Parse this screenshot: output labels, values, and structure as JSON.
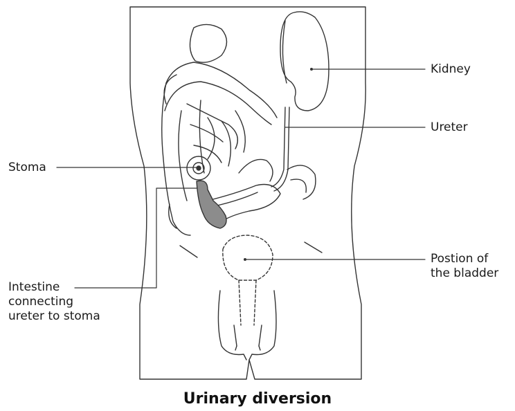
{
  "labels": {
    "kidney": "Kidney",
    "ureter": "Ureter",
    "stoma": "Stoma",
    "bladder_lines": [
      "Postion of",
      "the bladder"
    ],
    "intestine_lines": [
      "Intestine",
      "connecting",
      "ureter to stoma"
    ]
  },
  "caption": "Urinary diversion",
  "colors": {
    "outline": "#333333",
    "shaded_intestine": "#8c8c8c",
    "background": "#ffffff"
  }
}
